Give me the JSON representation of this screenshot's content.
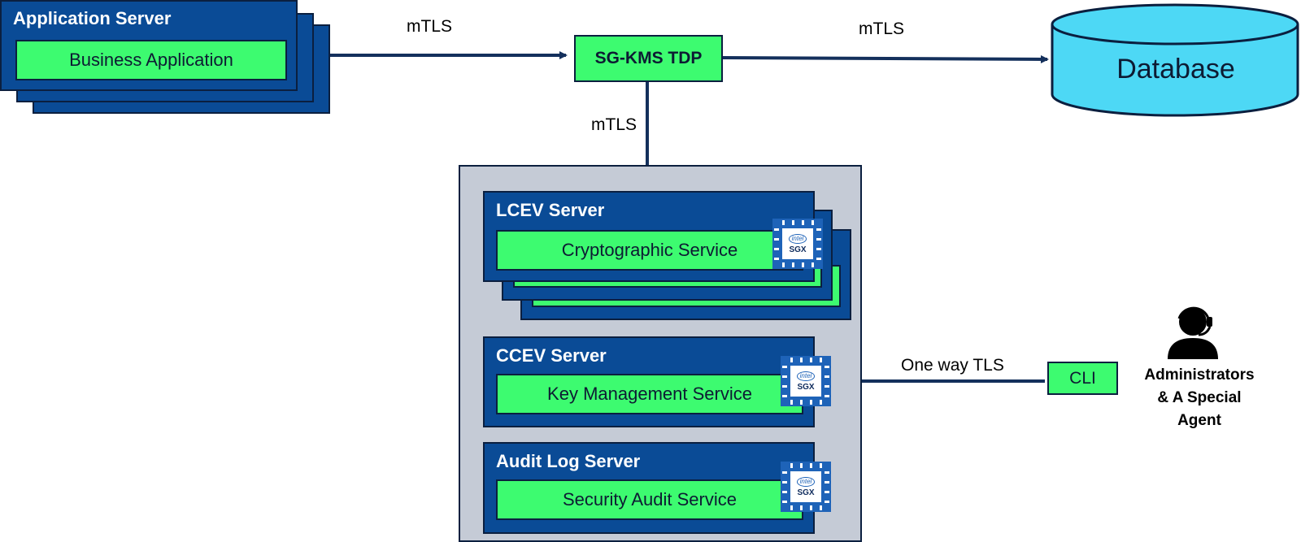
{
  "application_server": {
    "title": "Application Server",
    "service": "Business Application"
  },
  "tdp": {
    "label": "SG-KMS TDP"
  },
  "database": {
    "label": "Database"
  },
  "links": {
    "app_to_tdp": "mTLS",
    "tdp_to_db": "mTLS",
    "tdp_to_cluster": "mTLS",
    "cli_to_ccev": "One way TLS"
  },
  "lcev": {
    "title": "LCEV Server",
    "service": "Cryptographic Service"
  },
  "ccev": {
    "title": "CCEV Server",
    "service": "Key Management Service"
  },
  "audit": {
    "title": "Audit Log Server",
    "service": "Security Audit Service"
  },
  "cli": {
    "label": "CLI"
  },
  "admin": {
    "label_line1": "Administrators",
    "label_line2": "& A Special",
    "label_line3": "Agent"
  },
  "chip": {
    "brand": "intel",
    "tech": "SGX"
  },
  "colors": {
    "server_blue": "#0a4b96",
    "service_green": "#3dfb70",
    "database_cyan": "#4dd8f5",
    "arrow_navy": "#14305c",
    "panel_gray": "#c5cbd6"
  }
}
